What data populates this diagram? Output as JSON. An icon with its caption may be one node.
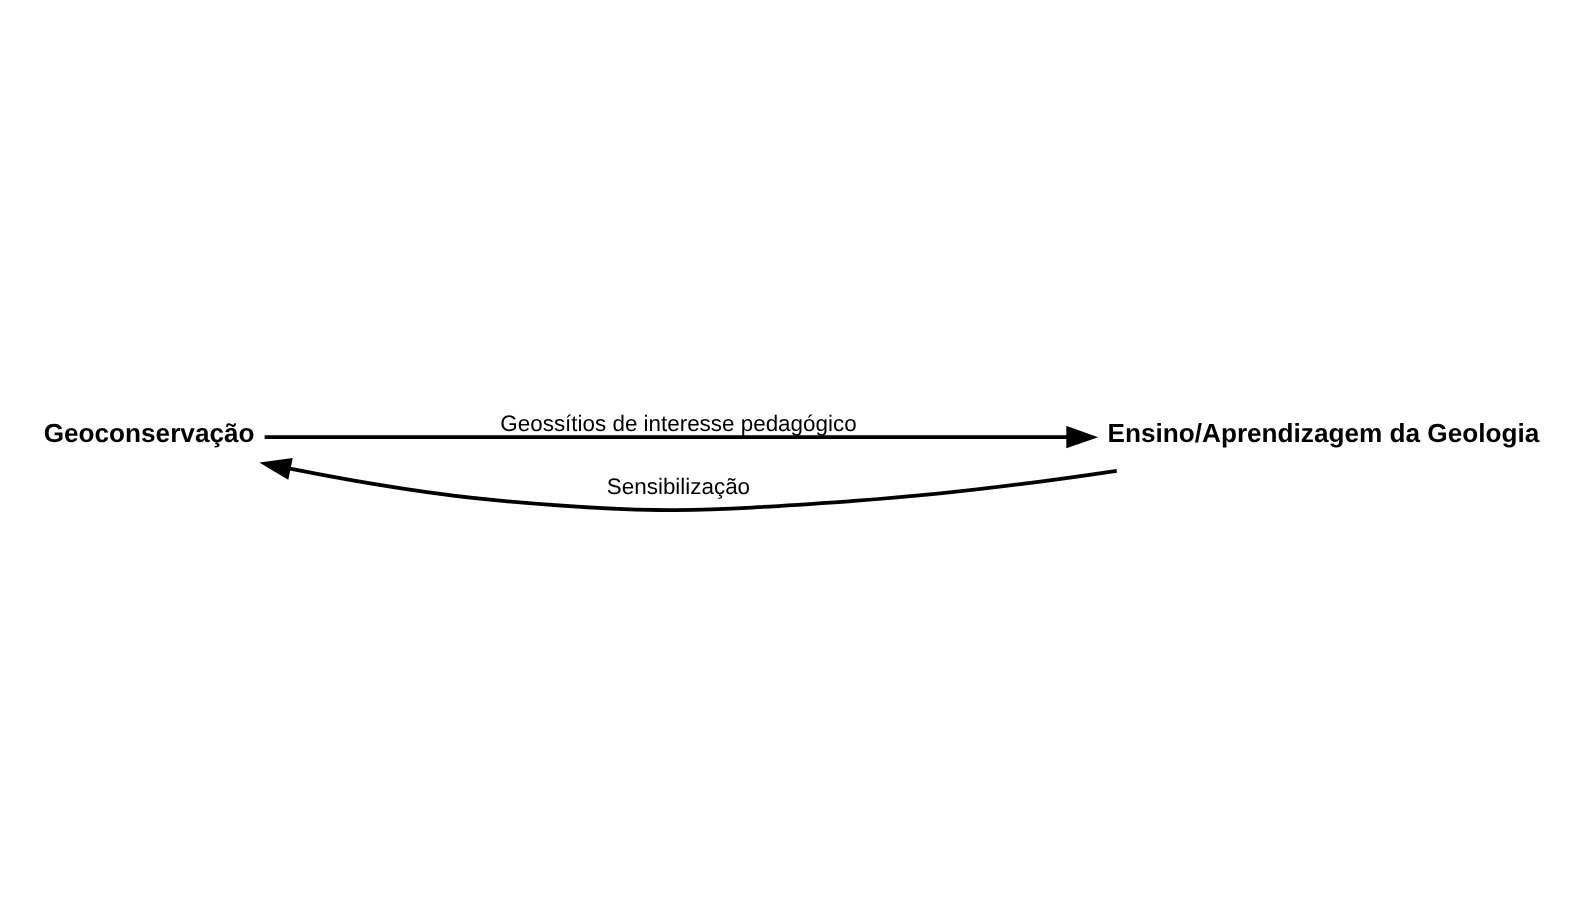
{
  "diagram": {
    "nodes": [
      {
        "text": [
          "Geoconservação"
        ]
      },
      {
        "text": [
          "Ensino/Aprendizagem da Geologia"
        ]
      }
    ],
    "edges": [
      {
        "from": 0,
        "to": 1,
        "arrow": "to",
        "label": "Geossítios de interesse pedagógico"
      },
      {
        "from": 1,
        "to": 0,
        "arrow": "to",
        "label": "Sensibilização"
      }
    ]
  }
}
